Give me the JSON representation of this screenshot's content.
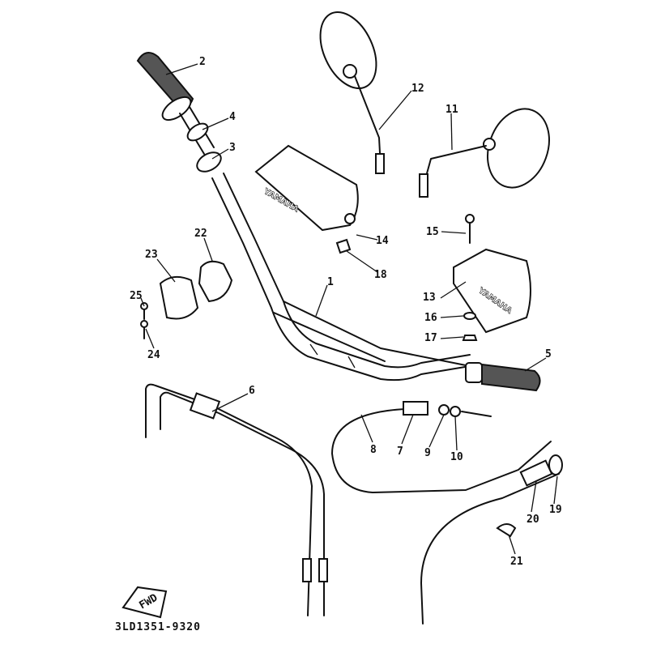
{
  "diagram": {
    "part_code": "3LD1351-9320",
    "fwd_label": "FWD",
    "brand_text": "YAMAHA",
    "callouts": {
      "c1": "1",
      "c2": "2",
      "c3": "3",
      "c4": "4",
      "c5": "5",
      "c6": "6",
      "c7": "7",
      "c8": "8",
      "c9": "9",
      "c10": "10",
      "c11": "11",
      "c12": "12",
      "c13": "13",
      "c14": "14",
      "c15": "15",
      "c16": "16",
      "c17": "17",
      "c18": "18",
      "c19": "19",
      "c20": "20",
      "c21": "21",
      "c22": "22",
      "c23": "23",
      "c24": "24",
      "c25": "25"
    }
  }
}
